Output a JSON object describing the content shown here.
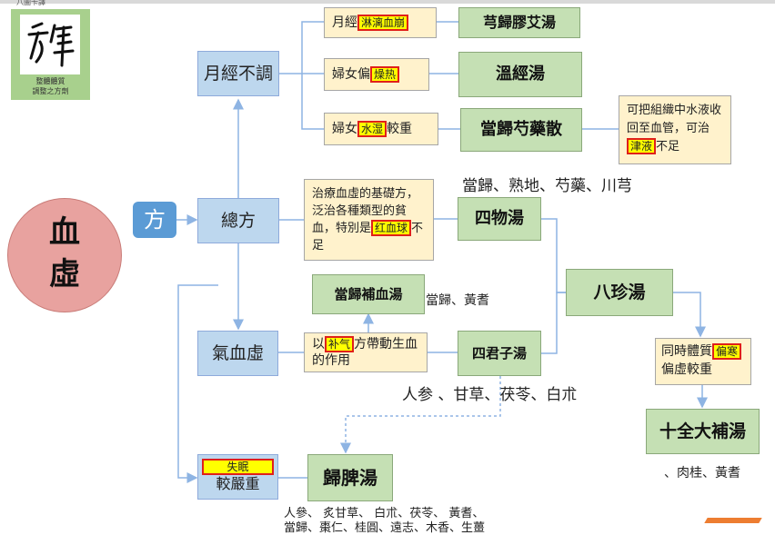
{
  "header": {
    "tiny_text": "八圖卡譯"
  },
  "logo": {
    "glyph": "方律",
    "caption_line1": "整體體質",
    "caption_line2": "調整之方劑"
  },
  "main_circle": {
    "line1": "血",
    "line2": "虛"
  },
  "fang_label": "方",
  "categories": {
    "yuejing": "月經不調",
    "zongfang": "總方",
    "qixuexu": "氣血虛",
    "severe_hl": "失眠",
    "severe": "較嚴重"
  },
  "symptoms": {
    "s1_pre": "月經",
    "s1_hl": "淋漓血崩",
    "s2_pre": "婦女偏",
    "s2_hl": "燥热",
    "s3_pre": "婦女",
    "s3_hl": "水湿",
    "s3_post": "較重",
    "zong_pre": "治療血虛的基礎方，泛治各種類型的貧血，特別是",
    "zong_hl": "红血球",
    "zong_post": "不足",
    "qi_pre": "以",
    "qi_hl": "补气",
    "qi_post": "方帶動生血的作用"
  },
  "notes": {
    "danggui_pre": "可把組織中水液收回至血管，可治",
    "danggui_hl": "津液",
    "danggui_post": "不足",
    "bazhen_pre": "同時體質",
    "bazhen_hl": "偏寒",
    "bazhen_post": "偏虛較重"
  },
  "formulas": {
    "f1": "芎歸膠艾湯",
    "f2": "溫經湯",
    "f3": "當歸芍藥散",
    "siwu": "四物湯",
    "bazhen": "八珍湯",
    "danggui_bu": "當歸補血湯",
    "sijunzi": "四君子湯",
    "shiquan": "十全大補湯",
    "guipi": "歸脾湯"
  },
  "ingredients": {
    "siwu": "當歸、熟地、芍藥、川芎",
    "danggui_bu": "當歸、黃耆",
    "sijunzi": "人参 、甘草、茯苓、白朮",
    "shiquan": "、肉桂、黃耆",
    "guipi_line1": "人參、 炙甘草、 白朮、茯苓、 黃耆、",
    "guipi_line2": "當歸、棗仁、桂圓、遠志、木香、生薑"
  },
  "colors": {
    "blue_box": "#bdd7ee",
    "green_box": "#c5e0b4",
    "yellow_box": "#fff2cc",
    "circle": "#e8a29f",
    "highlight": "#ffff00",
    "highlight_border": "#e0201a",
    "fang_bg": "#5b9bd5",
    "connector": "#8eb4e3"
  }
}
